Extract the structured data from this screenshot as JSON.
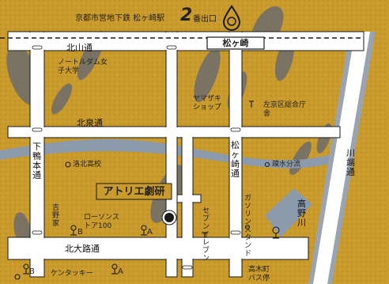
{
  "station": {
    "prefix": "京都市営地下鉄 松ヶ崎駅",
    "exit_number": "2",
    "exit_suffix": "番出口",
    "name_sign": "松ヶ崎"
  },
  "roads": {
    "kitayama": "北山通",
    "kitaizumi": "北泉通",
    "shimogamo_hondori": "下鴨本通",
    "matsugasaki": "松ヶ崎通",
    "kitaoji": "北大路通",
    "kawabata": "川端通"
  },
  "rivers": {
    "takano": "高野川"
  },
  "landmarks": {
    "notre_dame": "ノートルダム女子大学",
    "yamazaki": "ヤマザキショップ",
    "ward_office": "左京区総合庁舎",
    "rakuhoku": "洛北高校",
    "teahouse": "疎水分流",
    "theater": "アトリエ劇研",
    "yoshinoya": "吉野家",
    "lawson": "ローソンストア100",
    "gas_station": "ガソリンスタンド",
    "seven_eleven": "セブンイレブン",
    "kfc": "ケンタッキー",
    "bus_stop": "高木町バス停"
  },
  "markers": {
    "A": "A",
    "B": "B"
  },
  "colors": {
    "ground": "#c99a2c",
    "road": "#ffffff",
    "canal": "#8c9bab",
    "shadow": "#5f6476",
    "frame": "#1a1a1a"
  }
}
